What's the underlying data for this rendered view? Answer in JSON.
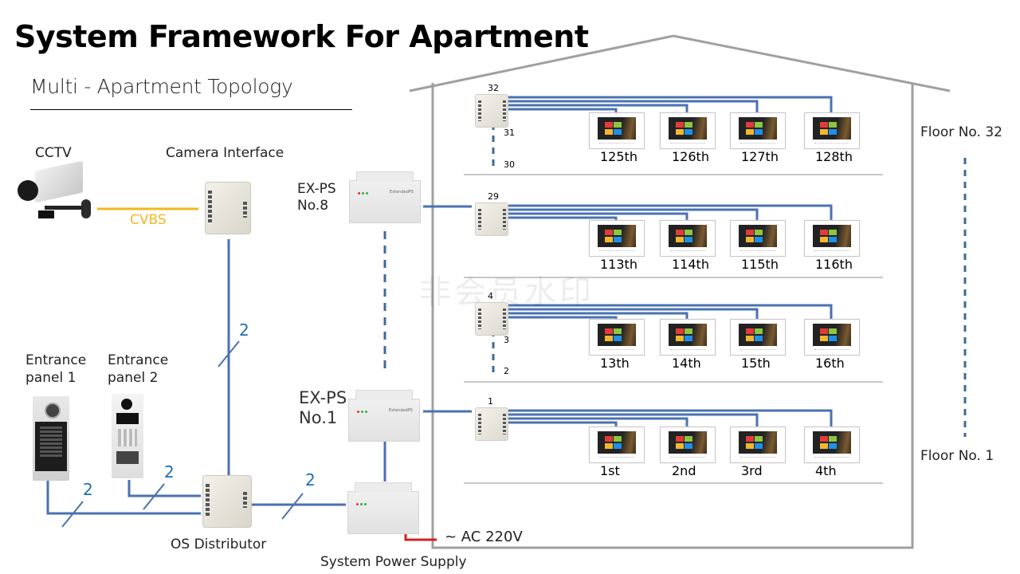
{
  "header": {
    "title": "System Framework For Apartment",
    "subtitle": "Multi - Apartment Topology"
  },
  "colors": {
    "bus_wire": "#4a72b0",
    "video_wire": "#f2b81e",
    "power_wire": "#d42020",
    "wire_count_text": "#1f6fb5",
    "building_outline": "#a0a0a0"
  },
  "left_devices": {
    "cctv_label": "CCTV",
    "camera_interface_label": "Camera Interface",
    "cvbs_label": "CVBS",
    "entrance_panel_1_label": [
      "Entrance",
      "panel 1"
    ],
    "entrance_panel_2_label": [
      "Entrance",
      "panel 2"
    ],
    "os_distributor_label": "OS Distributor",
    "wire_count": "2"
  },
  "power": {
    "expS_top_label": [
      "EX-PS",
      "No.8"
    ],
    "expS_bottom_label": [
      "EX-PS",
      "No.1"
    ],
    "system_power_supply_label": "System Power Supply",
    "ac_label": "~ AC 220V",
    "psu_text": "ExtendedPS"
  },
  "building": {
    "floor_top_label": "Floor No. 32",
    "floor_bottom_label": "Floor No. 1",
    "floors": [
      {
        "distributor_number": "32",
        "riser_labels": [
          "31",
          "30"
        ],
        "apartments": [
          "125th",
          "126th",
          "127th",
          "128th"
        ]
      },
      {
        "distributor_number": "29",
        "riser_labels": [],
        "apartments": [
          "113th",
          "114th",
          "115th",
          "116th"
        ]
      },
      {
        "distributor_number": "4",
        "riser_labels": [
          "3",
          "2"
        ],
        "apartments": [
          "13th",
          "14th",
          "15th",
          "16th"
        ]
      },
      {
        "distributor_number": "1",
        "riser_labels": [],
        "apartments": [
          "1st",
          "2nd",
          "3rd",
          "4th"
        ]
      }
    ]
  },
  "watermark": "非会员水印"
}
